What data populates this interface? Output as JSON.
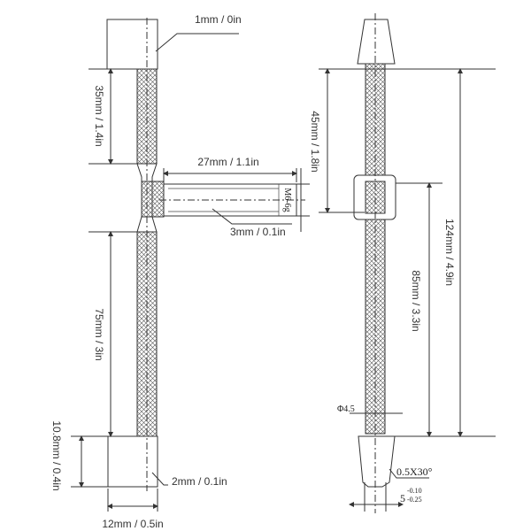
{
  "left_view": {
    "top_cap": "1mm / 0in",
    "upper_rod": "35mm / 1.4in",
    "bolt_length": "27mm / 1.1in",
    "thread": "M6-6g",
    "bolt_offset": "3mm / 0.1in",
    "lower_rod": "75mm / 3in",
    "bottom_cap_height": "10.8mm / 0.4in",
    "bottom_cap_offset": "2mm / 0.1in",
    "bottom_cap_width": "12mm / 0.5in"
  },
  "right_view": {
    "upper": "45mm / 1.8in",
    "overall": "124mm / 4.9in",
    "lower": "85mm / 3.3in",
    "rod_diameter": "Φ4.5",
    "chamfer": "0.5X30°",
    "tip_diameter": "5",
    "tip_tol_upper": "-0.10",
    "tip_tol_lower": "-0.25"
  }
}
